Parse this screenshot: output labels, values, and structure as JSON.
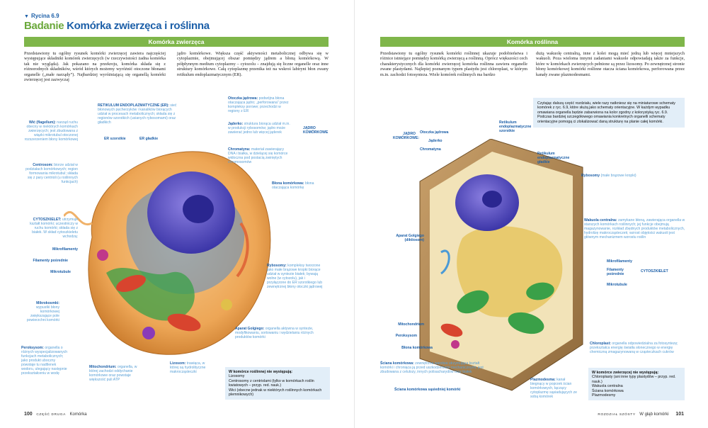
{
  "figure_label": "Rycina 6.9",
  "heading": {
    "part1": "Badanie",
    "part2": "Komórka zwierzęca i roślinna"
  },
  "left": {
    "bar_title": "Komórka zwierzęca",
    "col1": "Przedstawiony tu ogólny rysunek komórki zwierzęcej zawiera najczęściej występujące składniki komórek zwierzęcych (w rzeczywistości żadna komórka tak nie wygląda). Jak pokazano na przekroju, komórka składa się z różnorodnych składników, wśród których możemy wyróżnić otoczone błonami organelle („małe narządy”). Najbardziej wyróżniającą się organellą komórki zwierzęcej jest zazwyczaj",
    "col2": "jądro komórkowe. Większa część aktywności metabolicznej odbywa się w cytoplazmie, obejmującej obszar pomiędzy jądrem a błoną komórkową. W półpłynnym medium cytoplazmy – cytozolu – znajdują się liczne organelle oraz inne struktury komórkowe. Całą cytoplazmę przenika też na wskroś labirynt błon zwany retikulum endoplazmatycznym (ER).",
    "labels": {
      "er_title": "RETIKULUM ENDOPLAZMATYCZNE (ER):",
      "er_desc": "sieć błonowych pęcherzyków i kanalików biorących udział w procesach metabolicznych; składa się z regionów szorstkich (usianych rybosomami) oraz gładkich",
      "er_rough": "ER szorstkie",
      "er_smooth": "ER gładkie",
      "flag_title": "Wić (flagellum):",
      "flag_desc": "narząd ruchu obecny w niektórych komórkach zwierzęcych; jest zbudowana z wiązki mikrotubul otoczonej rozszerzeniem błony komórkowej",
      "centro_title": "Centrosom:",
      "centro_desc": "biorze udział w podziałach komórkowych; region formowania mikrotubul; składa się z pary centrioli (u roślinnych funkcjach)",
      "cyto_title": "CYTOSZKIELET:",
      "cyto_desc": "utrzymuje kształt komórki; uczestniczy w ruchu komórki; składa się z białek. W skład cytoszkieletu wchodzą:",
      "microfil": "Mikrofilamenty",
      "interfil": "Filamenty pośrednie",
      "microtub": "Mikrotubule",
      "microvilli_title": "Mikrokosmki:",
      "microvilli_desc": "wypustki błony komórkowej zwiększające pole powierzchni komórki",
      "perox_title": "Peroksysom:",
      "perox_desc": "organella o różnych wyspecjalizowanych funkcjach metabolicznych; jako produkt uboczny powstaje tu nadtlenek wodoru, ulegający następnie przekształceniu w wodę",
      "mito_title": "Mitochondrium:",
      "mito_desc": "organella, w której zachodzi oddychanie komórkowe oraz powstaje większość puli ATP",
      "lyso_title": "Lizosom:",
      "lyso_desc": "trawiąca, w której są hydrolityczne makrocząsteczki",
      "envelope_title": "Otoczka jądrowa:",
      "envelope_desc": "podwójna błona otaczająca jądro; „perforowana” przez kompleksy porowe; przechodzi w regiony z ER",
      "nucleolus_title": "Jąderko:",
      "nucleolus_desc": "struktura biorąca udział m.in. w produkcji rybosomów; jądro może zawierać jedno lub więcej jąderek",
      "chromatin_title": "Chromatyna:",
      "chromatin_desc": "materiał zawierający DNA i białka, w dzielącej się komórce widoczna pod postacią zwiniętych chromosomów",
      "nucleus_group": "JĄDRO KOMÓRKOWE",
      "membrane_title": "Błona komórkowa:",
      "membrane_desc": "błona otaczająca komórkę",
      "ribo_title": "Rybosomy:",
      "ribo_desc": "kompleksy tworzone jako małe brązowe kropki biorące udział w syntezie białek; bywają wolne (w cytozolu), jak i przyłączone do ER szorstkiego lub zewnętrznej błony otoczki jądrowej",
      "golgi_title": "Aparat Golgiego:",
      "golgi_desc": "organella aktywna w syntezie, modyfikowaniu, sortowaniu i wydzielaniu różnych produktów komórki"
    },
    "box_title": "W komórce roślinnej nie występują:",
    "box_items": [
      "Lizosomy",
      "Centrosomy z centriolami (tylko w komórkach roślin kwiatowych – przyp. red. nauk.)",
      "Wici (obecne jednak w niektórych roślinnych komórkach plemnikowych)"
    ],
    "page_num": "100",
    "footer_part": "CZĘŚĆ DRUGA",
    "footer_title": "Komórka"
  },
  "right": {
    "bar_title": "Komórka roślinna",
    "col1": "Przedstawiony tu ogólny rysunek komórki roślinnej ukazuje podobieństwa i różnice istniejące pomiędzy komórką zwierzęcą a roślinną. Oprócz większości cech charakterystycznych dla komórki zwierzęcej komórka roślinna zawiera organelle zwane plastydami. Najlepiej poznanym typem plastydu jest chloroplast, w którym m.in. zachodzi fotosynteza. Wiele komórek roślinnych ma bardzo",
    "col2": "dużą wakuolę centralną, inne z kolei mogą mieć jedną lub więcej mniejszych wakuoli. Poza wieloma innymi zadaniami wakuole odpowiadają także za funkcje, które w komórkach zwierzęcych pełnione są przez lizosomy. Po zewnętrznej stronie błony komórkowej komórki roślinne otacza ściana komórkowa, perforowana przez kanały zwane plazmodesmami.",
    "info_box": "Czytając dalszą część rozdziału, wiele razy natkniesz się na miniaturowe schematy komórek z ryc. 6.9, które służą jako schematy orientacyjne. W każdym wypadku omawiana organella będzie zabarwiona na kolor zgodny z kolorystyką ryc. 6.9. Podczas bardziej szczegółowego omawiania konkretnych organelli schematy orientacyjne pomogą ci zlokalizować daną strukturę na planie całej komórki.",
    "labels": {
      "nucleus_group": "JĄDRO KOMÓRKOWE:",
      "envelope": "Otoczka jądrowa",
      "nucleolus": "Jąderko",
      "chromatin": "Chromatyna",
      "rough_er": "Retikulum endoplazmatyczne szorstkie",
      "smooth_er": "Retikulum endoplazmatyczne gładkie",
      "ribo_title": "Rybosomy",
      "ribo_desc": "(małe brązowe kropki)",
      "golgi": "Aparat Golgiego (diktiosom)",
      "vacuole_title": "Wakuola centralna:",
      "vacuole_desc": "zamykane błoną, zawierająca organella w starszych komórkach roślinnych; jej funkcje obejmują magazynowanie, rozkład zbędnych produktów metabolicznych, hydrolizę makrocząsteczek; wzrost objętości wakuoli jest głównym mechanizmem wzrostu roślin",
      "microfil": "Mikrofilamenty",
      "interfil": "Filamenty pośrednie",
      "microtub": "Mikrotubule",
      "cytoskeleton": "CYTOSZKIELET",
      "mito": "Mitochondrium",
      "perox": "Peroksysom",
      "membrane": "Błona komórkowa",
      "wall_title": "Ściana komórkowa:",
      "wall_desc": "zewnętrzna warstwa utrzymująca kształt komórki i chroniąca ją przed uszkodzeniami mechanicznymi; jest zbudowana z celulozy, innych polisacharydów oraz białek",
      "adjacent_wall": "Ściana komórkowa sąsiedniej komórki",
      "plasmo_title": "Plazmodesma:",
      "plasmo_desc": "kanał biegnący w poprzek ścian komórkowych, łączący cytoplazmę sąsiadujących ze sobą komórek",
      "chloro_title": "Chloroplast:",
      "chloro_desc": "organella odpowiedzialna za fotosyntezę; przekształca energię światła słonecznego w energię chemiczną zmagazynowaną w cząsteczkach cukrów"
    },
    "box_title": "W komórce zwierzęcej nie występują:",
    "box_items": [
      "Chloroplasty (ani inne typy plastydów – przyp. red. nauk.)",
      "Wakuola centralna",
      "Ściana komórkowa",
      "Plazmodesmy"
    ],
    "page_num": "101",
    "footer_part": "ROZDZIAŁ SZÓSTY",
    "footer_title": "W głąb komórki"
  }
}
